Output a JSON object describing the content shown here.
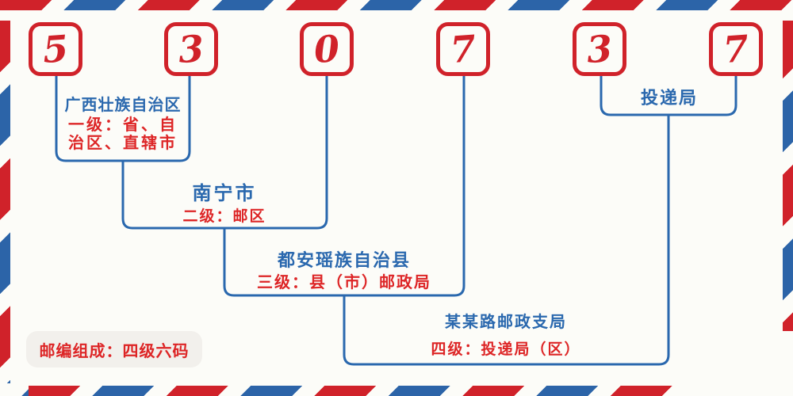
{
  "postal_code": {
    "digits": [
      "5",
      "3",
      "0",
      "7",
      "3",
      "7"
    ]
  },
  "levels": [
    {
      "name": "广西壮族自治区",
      "desc_lines": [
        "一级：省、自",
        "治区、直辖市"
      ]
    },
    {
      "name": "南宁市",
      "desc": "二级：邮区"
    },
    {
      "name": "都安瑶族自治县",
      "desc": "三级：县（市）邮政局"
    },
    {
      "name": "某某路邮政支局",
      "desc": "四级：投递局（区）"
    }
  ],
  "delivery_office_label": "投递局",
  "badge": {
    "text": "邮编组成：四级六码"
  },
  "colors": {
    "red": "#d0222a",
    "red_text": "#dd2526",
    "blue": "#2a68ae",
    "background": "#fcfcf8",
    "badge_background": "#f2f0ec"
  }
}
